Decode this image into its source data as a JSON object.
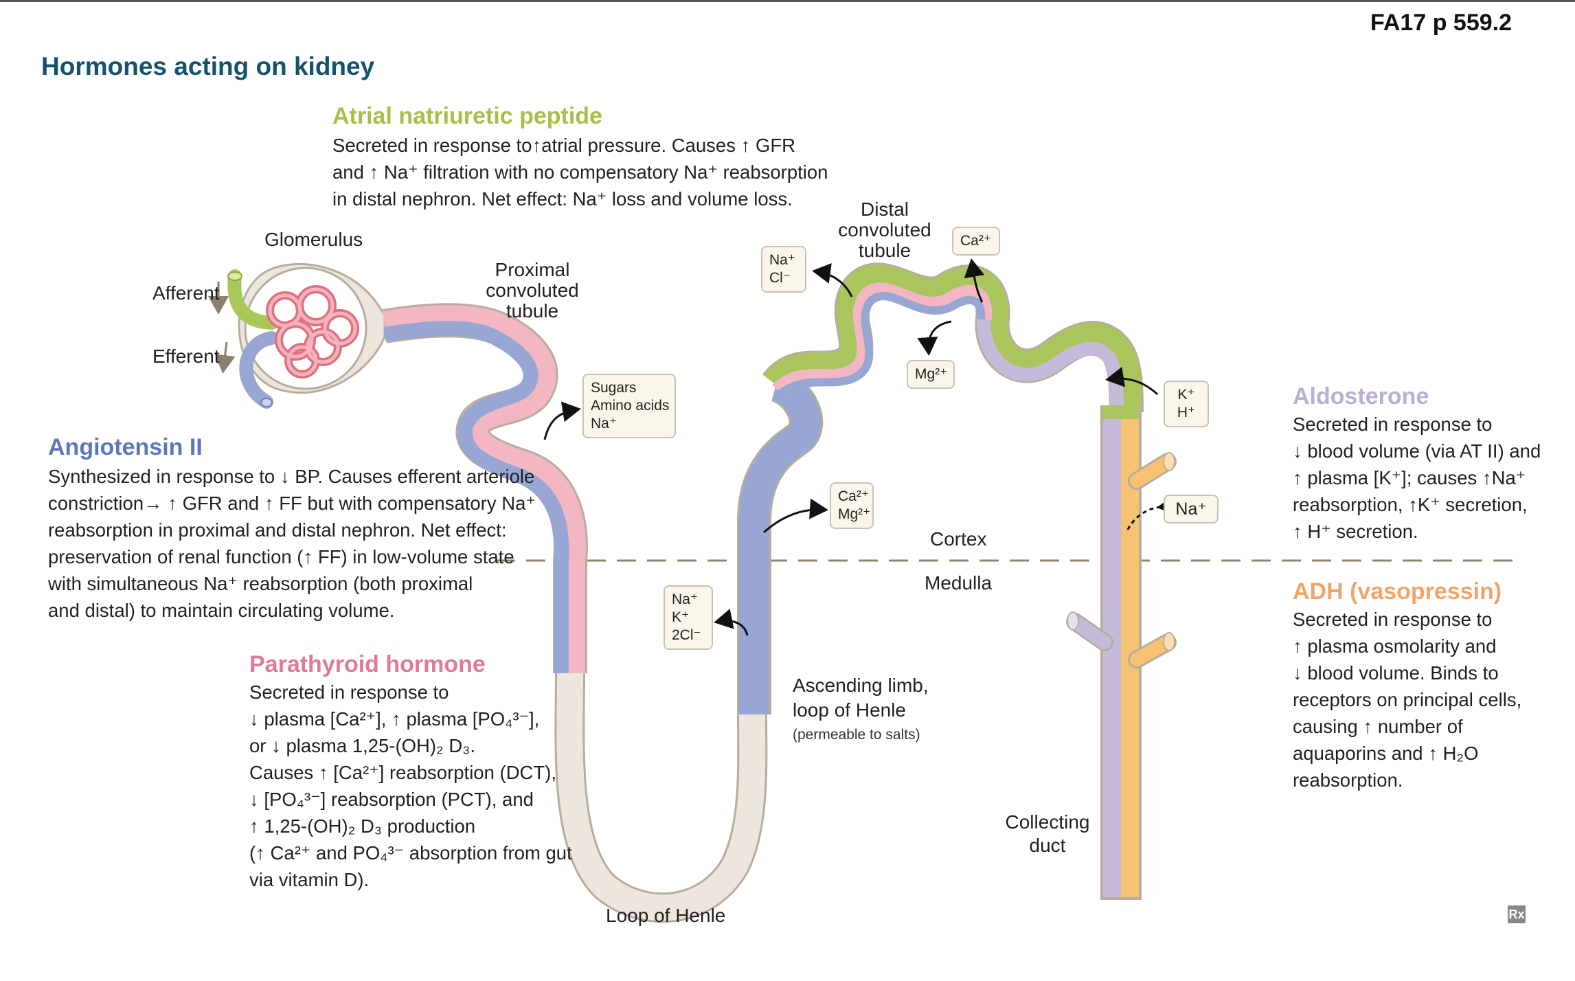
{
  "ref": "FA17 p 559.2",
  "title": "Hormones acting on kidney",
  "colors": {
    "title": "#15526d",
    "anp": "#a5c046",
    "angiotensin": "#5b78b4",
    "pth": "#e07a95",
    "aldosterone": "#b9aed3",
    "adh": "#f0a56b",
    "tubule_blue": "#98a6d4",
    "tubule_pink": "#f3b6c3",
    "tubule_green": "#a9c55c",
    "tubule_lavender": "#c5bada",
    "tubule_orange": "#f7c274",
    "tubule_beige": "#ece6dc"
  },
  "anp": {
    "heading": "Atrial natriuretic peptide",
    "lines": [
      "Secreted in response to↑atrial pressure. Causes ↑ GFR",
      "and ↑ Na⁺ filtration with no compensatory Na⁺ reabsorption",
      "in distal nephron. Net effect: Na⁺ loss and volume loss."
    ]
  },
  "angiotensin": {
    "heading": "Angiotensin II",
    "lines": [
      "Synthesized in response to ↓ BP. Causes efferent arteriole",
      "constriction→ ↑ GFR and ↑ FF but with compensatory Na⁺",
      "reabsorption in proximal and distal nephron. Net effect:",
      "preservation of renal function (↑ FF) in low-volume state",
      "with simultaneous Na⁺ reabsorption (both proximal",
      "and distal) to maintain circulating volume."
    ]
  },
  "pth": {
    "heading": "Parathyroid hormone",
    "lines": [
      "Secreted in response to",
      "↓ plasma [Ca²⁺], ↑ plasma [PO₄³⁻],",
      "or ↓ plasma 1,25-(OH)₂ D₃.",
      "Causes ↑ [Ca²⁺] reabsorption (DCT),",
      "↓ [PO₄³⁻] reabsorption (PCT), and",
      "↑ 1,25-(OH)₂ D₃ production",
      "(↑ Ca²⁺ and PO₄³⁻ absorption from gut",
      "via vitamin D)."
    ]
  },
  "aldosterone": {
    "heading": "Aldosterone",
    "lines": [
      "Secreted in response to",
      "↓ blood volume (via AT II) and",
      "↑ plasma [K⁺]; causes ↑Na⁺",
      "reabsorption, ↑K⁺ secretion,",
      "↑ H⁺ secretion."
    ]
  },
  "adh": {
    "heading": "ADH (vasopressin)",
    "lines": [
      "Secreted in response to",
      "↑ plasma osmolarity and",
      "↓ blood volume. Binds to",
      "receptors on principal cells,",
      "causing ↑ number of",
      "aquaporins and ↑ H₂O",
      "reabsorption."
    ]
  },
  "labels": {
    "glomerulus": "Glomerulus",
    "afferent": "Afferent",
    "efferent": "Efferent",
    "pct": [
      "Proximal",
      "convoluted",
      "tubule"
    ],
    "dct": [
      "Distal",
      "convoluted",
      "tubule"
    ],
    "ascending": [
      "Ascending limb,",
      "loop of Henle"
    ],
    "ascending_note": "(permeable to salts)",
    "loop": "Loop of Henle",
    "collecting": [
      "Collecting",
      "duct"
    ],
    "cortex": "Cortex",
    "medulla": "Medulla",
    "rx": "Rx"
  },
  "ion_boxes": {
    "pct_box": [
      "Sugars",
      "Amino acids",
      "Na⁺"
    ],
    "asc_ca_mg": [
      "Ca²⁺",
      "Mg²⁺"
    ],
    "nkcc": [
      "Na⁺",
      "K⁺",
      "2Cl⁻"
    ],
    "dct_nacl": [
      "Na⁺",
      "Cl⁻"
    ],
    "dct_ca": [
      "Ca²⁺"
    ],
    "dct_mg": [
      "Mg²⁺"
    ],
    "cd_kh": [
      "K⁺",
      "H⁺"
    ],
    "cd_na": [
      "Na⁺"
    ]
  }
}
